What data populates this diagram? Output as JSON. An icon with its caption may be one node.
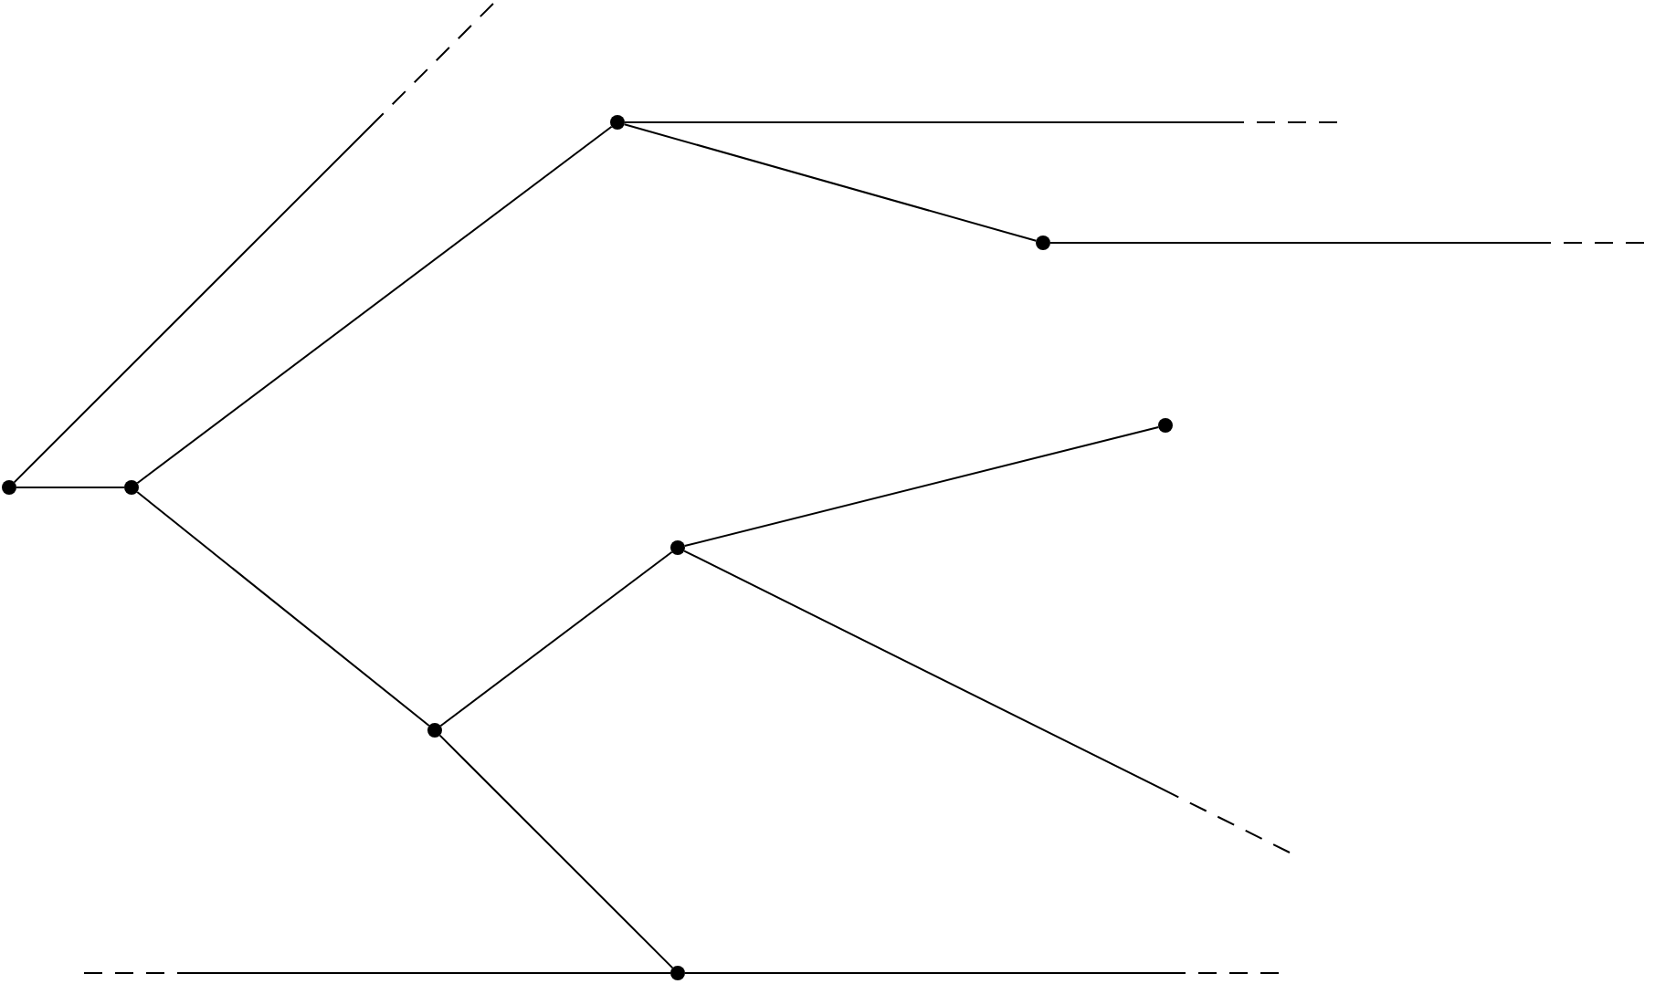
{
  "diagram": {
    "nodes": [
      {
        "text": [],
        "shape": "circle"
      },
      {
        "text": [],
        "shape": "circle"
      },
      {
        "text": [],
        "shape": "circle"
      },
      {
        "text": [],
        "shape": "circle"
      },
      {
        "text": [],
        "shape": "circle"
      },
      {
        "text": [],
        "shape": "circle"
      },
      {
        "text": [],
        "shape": "circle"
      },
      {
        "text": [],
        "shape": "circle"
      }
    ],
    "edges": [
      {
        "from": 0,
        "to": 1,
        "arrow": "none"
      },
      {
        "from": 0,
        "to": null,
        "arrow": "none",
        "style": "dashed"
      },
      {
        "from": 1,
        "to": 2,
        "arrow": "none"
      },
      {
        "from": 1,
        "to": 6,
        "arrow": "none"
      },
      {
        "from": 2,
        "to": 3,
        "arrow": "none"
      },
      {
        "from": 2,
        "to": null,
        "arrow": "none",
        "style": "dashed"
      },
      {
        "from": 3,
        "to": null,
        "arrow": "none",
        "style": "dashed"
      },
      {
        "from": 6,
        "to": 5,
        "arrow": "none"
      },
      {
        "from": 6,
        "to": 7,
        "arrow": "none"
      },
      {
        "from": 5,
        "to": 4,
        "arrow": "none"
      },
      {
        "from": 5,
        "to": null,
        "arrow": "none",
        "style": "dashed"
      },
      {
        "from": 7,
        "to": null,
        "arrow": "none",
        "style": "dashed"
      },
      {
        "from": 7,
        "to": null,
        "arrow": "none",
        "style": "dashed"
      }
    ]
  }
}
